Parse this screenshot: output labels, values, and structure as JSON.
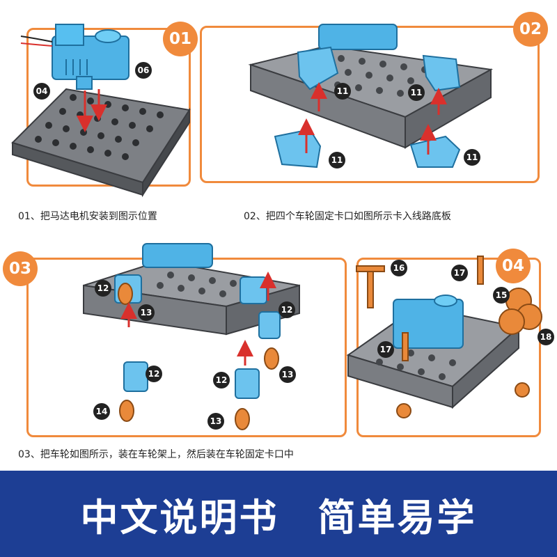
{
  "steps": [
    {
      "number": "01",
      "caption": "01、把马达电机安装到图示位置"
    },
    {
      "number": "02",
      "caption": "02、把四个车轮固定卡口如图所示卡入线路底板"
    },
    {
      "number": "03",
      "caption": "03、把车轮如图所示，装在车轮架上，然后装在车轮固定卡口中"
    },
    {
      "number": "04",
      "caption": ""
    }
  ],
  "part_labels": {
    "p04": "04",
    "p06": "06",
    "p11": "11",
    "p12": "12",
    "p13": "13",
    "p14": "14",
    "p15": "15",
    "p16": "16",
    "p17": "17",
    "p18": "18"
  },
  "banner": {
    "left": "中文说明书",
    "right": "简单易学"
  },
  "colors": {
    "accent": "#f08a3c",
    "banner": "#1d3e94",
    "motor": "#4fb3e6",
    "board": "#8a8d92",
    "wheel": "#e9893a",
    "arrow": "#d9302c"
  }
}
